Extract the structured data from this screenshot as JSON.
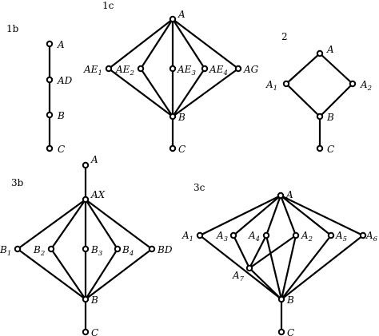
{
  "diagram": {
    "panels": [
      {
        "title": "1b",
        "nodes": [
          {
            "id": "A",
            "label": "A"
          },
          {
            "id": "AD",
            "label": "AD"
          },
          {
            "id": "B",
            "label": "B"
          },
          {
            "id": "C",
            "label": "C"
          }
        ],
        "edges": [
          [
            "A",
            "AD"
          ],
          [
            "AD",
            "B"
          ],
          [
            "B",
            "C"
          ]
        ]
      },
      {
        "title": "1c",
        "nodes": [
          {
            "id": "A",
            "label": "A"
          },
          {
            "id": "AE1",
            "label": "AE",
            "sub": "1"
          },
          {
            "id": "AE2",
            "label": "AE",
            "sub": "2"
          },
          {
            "id": "AE3",
            "label": "AE",
            "sub": "3"
          },
          {
            "id": "AE4",
            "label": "AE",
            "sub": "4"
          },
          {
            "id": "AG",
            "label": "AG"
          },
          {
            "id": "B",
            "label": "B"
          },
          {
            "id": "C",
            "label": "C"
          }
        ],
        "edges": [
          [
            "A",
            "AE1"
          ],
          [
            "A",
            "AE2"
          ],
          [
            "A",
            "AE3"
          ],
          [
            "A",
            "AE4"
          ],
          [
            "A",
            "AG"
          ],
          [
            "AE1",
            "B"
          ],
          [
            "AE2",
            "B"
          ],
          [
            "AE3",
            "B"
          ],
          [
            "AE4",
            "B"
          ],
          [
            "AG",
            "B"
          ],
          [
            "B",
            "C"
          ]
        ]
      },
      {
        "title": "2",
        "nodes": [
          {
            "id": "A",
            "label": "A"
          },
          {
            "id": "A1",
            "label": "A",
            "sub": "1"
          },
          {
            "id": "A2",
            "label": "A",
            "sub": "2"
          },
          {
            "id": "B",
            "label": "B"
          },
          {
            "id": "C",
            "label": "C"
          }
        ],
        "edges": [
          [
            "A",
            "A1"
          ],
          [
            "A",
            "A2"
          ],
          [
            "A1",
            "B"
          ],
          [
            "A2",
            "B"
          ],
          [
            "B",
            "C"
          ]
        ]
      },
      {
        "title": "3b",
        "nodes": [
          {
            "id": "A",
            "label": "A"
          },
          {
            "id": "AX",
            "label": "AX"
          },
          {
            "id": "B1",
            "label": "B",
            "sub": "1"
          },
          {
            "id": "B2",
            "label": "B",
            "sub": "2"
          },
          {
            "id": "B3",
            "label": "B",
            "sub": "3"
          },
          {
            "id": "B4",
            "label": "B",
            "sub": "4"
          },
          {
            "id": "BD",
            "label": "BD"
          },
          {
            "id": "B",
            "label": "B"
          },
          {
            "id": "C",
            "label": "C"
          }
        ],
        "edges": [
          [
            "A",
            "AX"
          ],
          [
            "AX",
            "B1"
          ],
          [
            "AX",
            "B2"
          ],
          [
            "AX",
            "B3"
          ],
          [
            "AX",
            "B4"
          ],
          [
            "AX",
            "BD"
          ],
          [
            "B1",
            "B"
          ],
          [
            "B2",
            "B"
          ],
          [
            "B3",
            "B"
          ],
          [
            "B4",
            "B"
          ],
          [
            "BD",
            "B"
          ],
          [
            "B",
            "C"
          ]
        ]
      },
      {
        "title": "3c",
        "nodes": [
          {
            "id": "A",
            "label": "A"
          },
          {
            "id": "A1",
            "label": "A",
            "sub": "1"
          },
          {
            "id": "A3",
            "label": "A",
            "sub": "3"
          },
          {
            "id": "A4",
            "label": "A",
            "sub": "4"
          },
          {
            "id": "A2",
            "label": "A",
            "sub": "2"
          },
          {
            "id": "A5",
            "label": "A",
            "sub": "5"
          },
          {
            "id": "A6",
            "label": "A",
            "sub": "6"
          },
          {
            "id": "A7",
            "label": "A",
            "sub": "7"
          },
          {
            "id": "B",
            "label": "B"
          },
          {
            "id": "C",
            "label": "C"
          }
        ],
        "edges": [
          [
            "A",
            "A1"
          ],
          [
            "A",
            "A3"
          ],
          [
            "A",
            "A4"
          ],
          [
            "A",
            "A2"
          ],
          [
            "A",
            "A5"
          ],
          [
            "A",
            "A6"
          ],
          [
            "A1",
            "B"
          ],
          [
            "A3",
            "A7"
          ],
          [
            "A4",
            "A7"
          ],
          [
            "A2",
            "A7"
          ],
          [
            "A7",
            "B"
          ],
          [
            "A4",
            "B"
          ],
          [
            "A2",
            "B"
          ],
          [
            "A5",
            "B"
          ],
          [
            "A6",
            "B"
          ],
          [
            "B",
            "C"
          ]
        ]
      }
    ]
  }
}
